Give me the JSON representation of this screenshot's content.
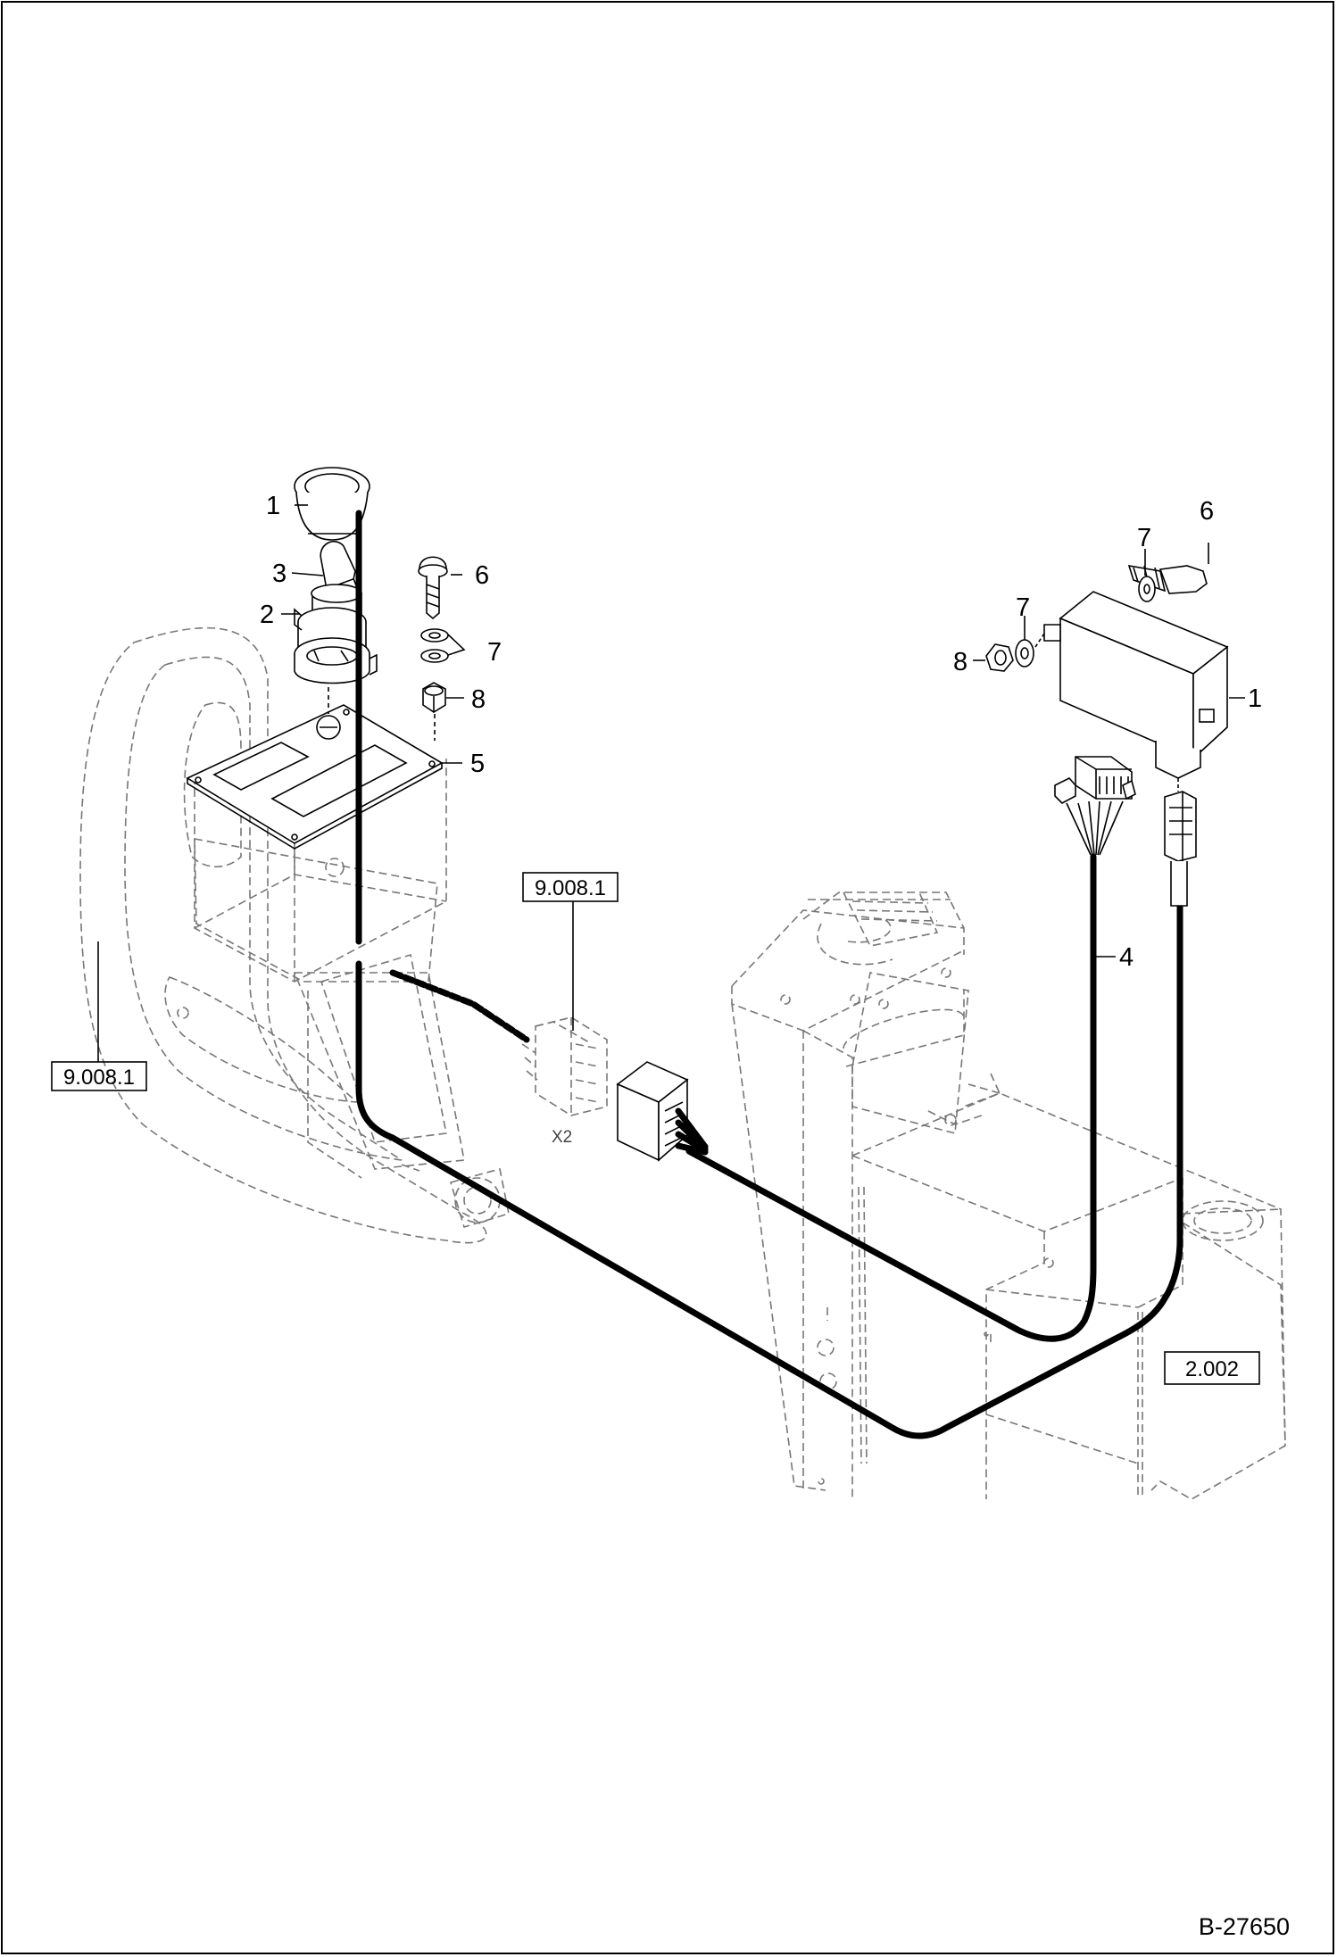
{
  "diagram": {
    "callouts": {
      "switch_1": "1",
      "key_3": "3",
      "housing_2": "2",
      "screw_6_left": "6",
      "washer_7_left": "7",
      "nut_8_left": "8",
      "plate_5": "5",
      "screw_6_right": "6",
      "washer_7_right_top": "7",
      "washer_7_right": "7",
      "nut_8_right": "8",
      "module_1": "1",
      "cable_4": "4"
    },
    "references": {
      "ref_console": "9.008.1",
      "ref_connector": "9.008.1",
      "ref_frame": "2.002"
    },
    "connector_label": "X2",
    "drawing_number": "B-27650"
  }
}
